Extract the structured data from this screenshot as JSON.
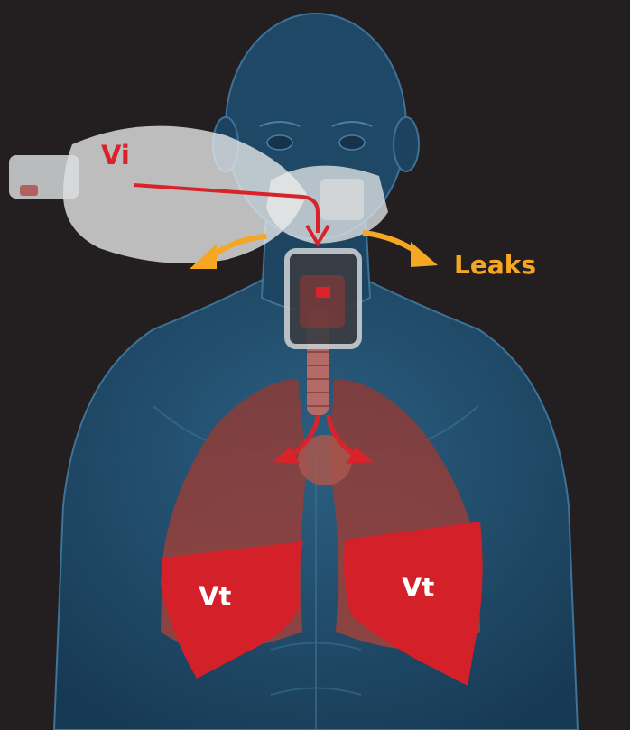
{
  "labels": {
    "vi": "Vi",
    "leaks": "Leaks",
    "vt_left": "Vt",
    "vt_right": "Vt"
  },
  "colors": {
    "background": "#231f20",
    "body": "#1f4866",
    "vi_red": "#d9222a",
    "leak_orange": "#f5a623",
    "vt_red": "#d42029"
  }
}
